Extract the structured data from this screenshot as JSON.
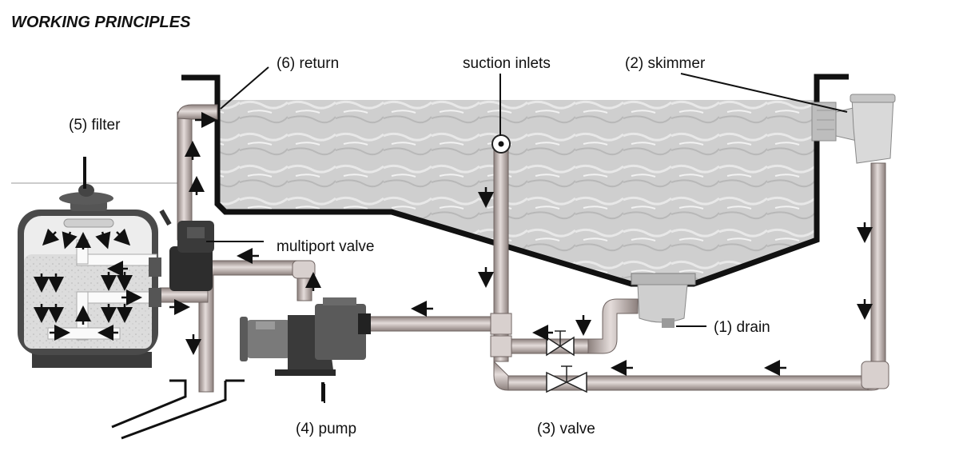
{
  "title": "WORKING PRINCIPLES",
  "labels": {
    "return": "(6) return",
    "suction": "suction inlets",
    "skimmer": "(2) skimmer",
    "filter": "(5) filter",
    "multiport": "multiport valve",
    "drain": "(1) drain",
    "pump": "(4) pump",
    "valve": "(3) valve"
  },
  "colors": {
    "pipe": "#c9bebb",
    "pipe_edge": "#6f6462",
    "pool_wall": "#111111",
    "water": "#cfcfcf",
    "filter_body": "#e6e6e6",
    "pump_body": "#6e6e6e"
  }
}
